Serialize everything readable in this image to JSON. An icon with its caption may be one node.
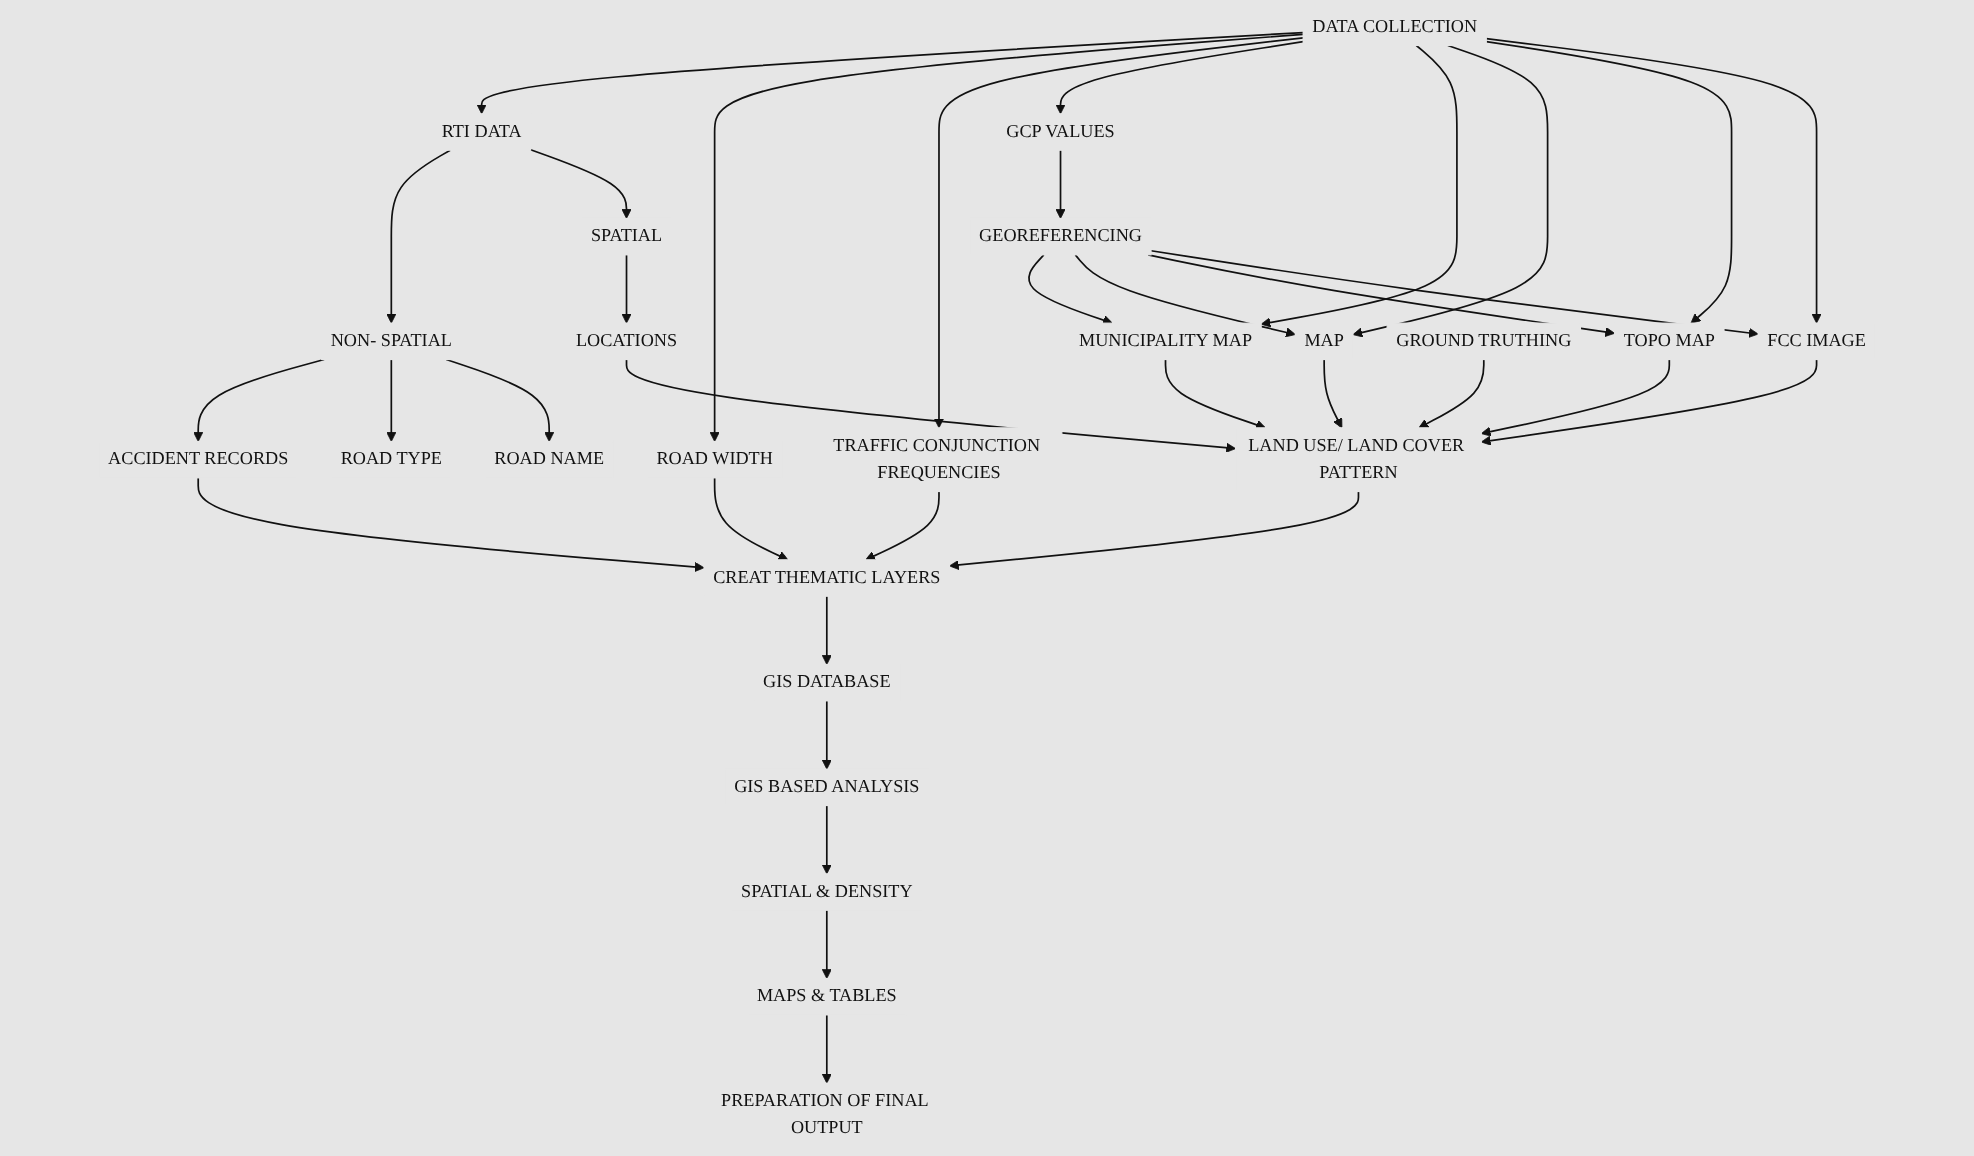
{
  "diagram": {
    "nodes": [
      {
        "text": [
          "DATA COLLECTION"
        ]
      },
      {
        "text": [
          "FCC IMAGE"
        ]
      },
      {
        "text": [
          "TOPO MAP"
        ]
      },
      {
        "text": [
          "MAP"
        ]
      },
      {
        "text": [
          "MUNICIPALITY MAP"
        ]
      },
      {
        "text": [
          "GCP VALUES"
        ]
      },
      {
        "text": [
          "TRAFFIC CONJUNCTION FREQUENCIES"
        ]
      },
      {
        "text": [
          "ROAD WIDTH"
        ]
      },
      {
        "text": [
          "RTI DATA"
        ]
      },
      {
        "text": [
          "GEOREFERENCING"
        ]
      },
      {
        "text": [
          "SPATIAL"
        ]
      },
      {
        "text": [
          "NON- SPATIAL"
        ]
      },
      {
        "text": [
          "LAND USE/ LAND COVER PATTERN"
        ]
      },
      {
        "text": [
          "LOCATIONS"
        ]
      },
      {
        "text": [
          "ROAD NAME"
        ]
      },
      {
        "text": [
          "GROUND TRUTHING"
        ]
      },
      {
        "text": [
          "ROAD TYPE"
        ]
      },
      {
        "text": [
          "CREAT THEMATIC LAYERS"
        ]
      },
      {
        "text": [
          "ACCIDENT RECORDS"
        ]
      },
      {
        "text": [
          "GIS DATABASE"
        ]
      },
      {
        "text": [
          "GIS BASED ANALYSIS"
        ]
      },
      {
        "text": [
          "SPATIAL & DENSITY"
        ]
      },
      {
        "text": [
          "MAPS & TABLES"
        ]
      },
      {
        "text": [
          "PREPARATION OF FINAL OUTPUT"
        ]
      }
    ],
    "edges": [
      {
        "from": 0,
        "to": 1,
        "arrow": "to"
      },
      {
        "from": 0,
        "to": 2,
        "arrow": "to"
      },
      {
        "from": 0,
        "to": 3,
        "arrow": "to"
      },
      {
        "from": 0,
        "to": 4,
        "arrow": "to"
      },
      {
        "from": 0,
        "to": 5,
        "arrow": "to"
      },
      {
        "from": 0,
        "to": 6,
        "arrow": "to"
      },
      {
        "from": 0,
        "to": 7,
        "arrow": "to"
      },
      {
        "from": 0,
        "to": 8,
        "arrow": "to"
      },
      {
        "from": 5,
        "to": 9,
        "arrow": "to"
      },
      {
        "from": 9,
        "to": 1,
        "arrow": "to"
      },
      {
        "from": 9,
        "to": 2,
        "arrow": "to"
      },
      {
        "from": 9,
        "to": 3,
        "arrow": "to"
      },
      {
        "from": 9,
        "to": 4,
        "arrow": "to"
      },
      {
        "from": 1,
        "to": 12,
        "arrow": "to"
      },
      {
        "from": 2,
        "to": 12,
        "arrow": "to"
      },
      {
        "from": 3,
        "to": 12,
        "arrow": "to"
      },
      {
        "from": 4,
        "to": 12,
        "arrow": "to"
      },
      {
        "from": 15,
        "to": 12,
        "arrow": "to"
      },
      {
        "from": 8,
        "to": 10,
        "arrow": "to"
      },
      {
        "from": 8,
        "to": 11,
        "arrow": "to"
      },
      {
        "from": 10,
        "to": 13,
        "arrow": "to"
      },
      {
        "from": 13,
        "to": 12,
        "arrow": "to"
      },
      {
        "from": 11,
        "to": 14,
        "arrow": "to"
      },
      {
        "from": 11,
        "to": 16,
        "arrow": "to"
      },
      {
        "from": 11,
        "to": 18,
        "arrow": "to"
      },
      {
        "from": 6,
        "to": 17,
        "arrow": "to"
      },
      {
        "from": 7,
        "to": 17,
        "arrow": "to"
      },
      {
        "from": 18,
        "to": 17,
        "arrow": "to"
      },
      {
        "from": 12,
        "to": 17,
        "arrow": "to"
      },
      {
        "from": 17,
        "to": 19,
        "arrow": "to"
      },
      {
        "from": 19,
        "to": 20,
        "arrow": "to"
      },
      {
        "from": 20,
        "to": 21,
        "arrow": "to"
      },
      {
        "from": 21,
        "to": 22,
        "arrow": "to"
      },
      {
        "from": 22,
        "to": 23,
        "arrow": "to"
      }
    ]
  }
}
